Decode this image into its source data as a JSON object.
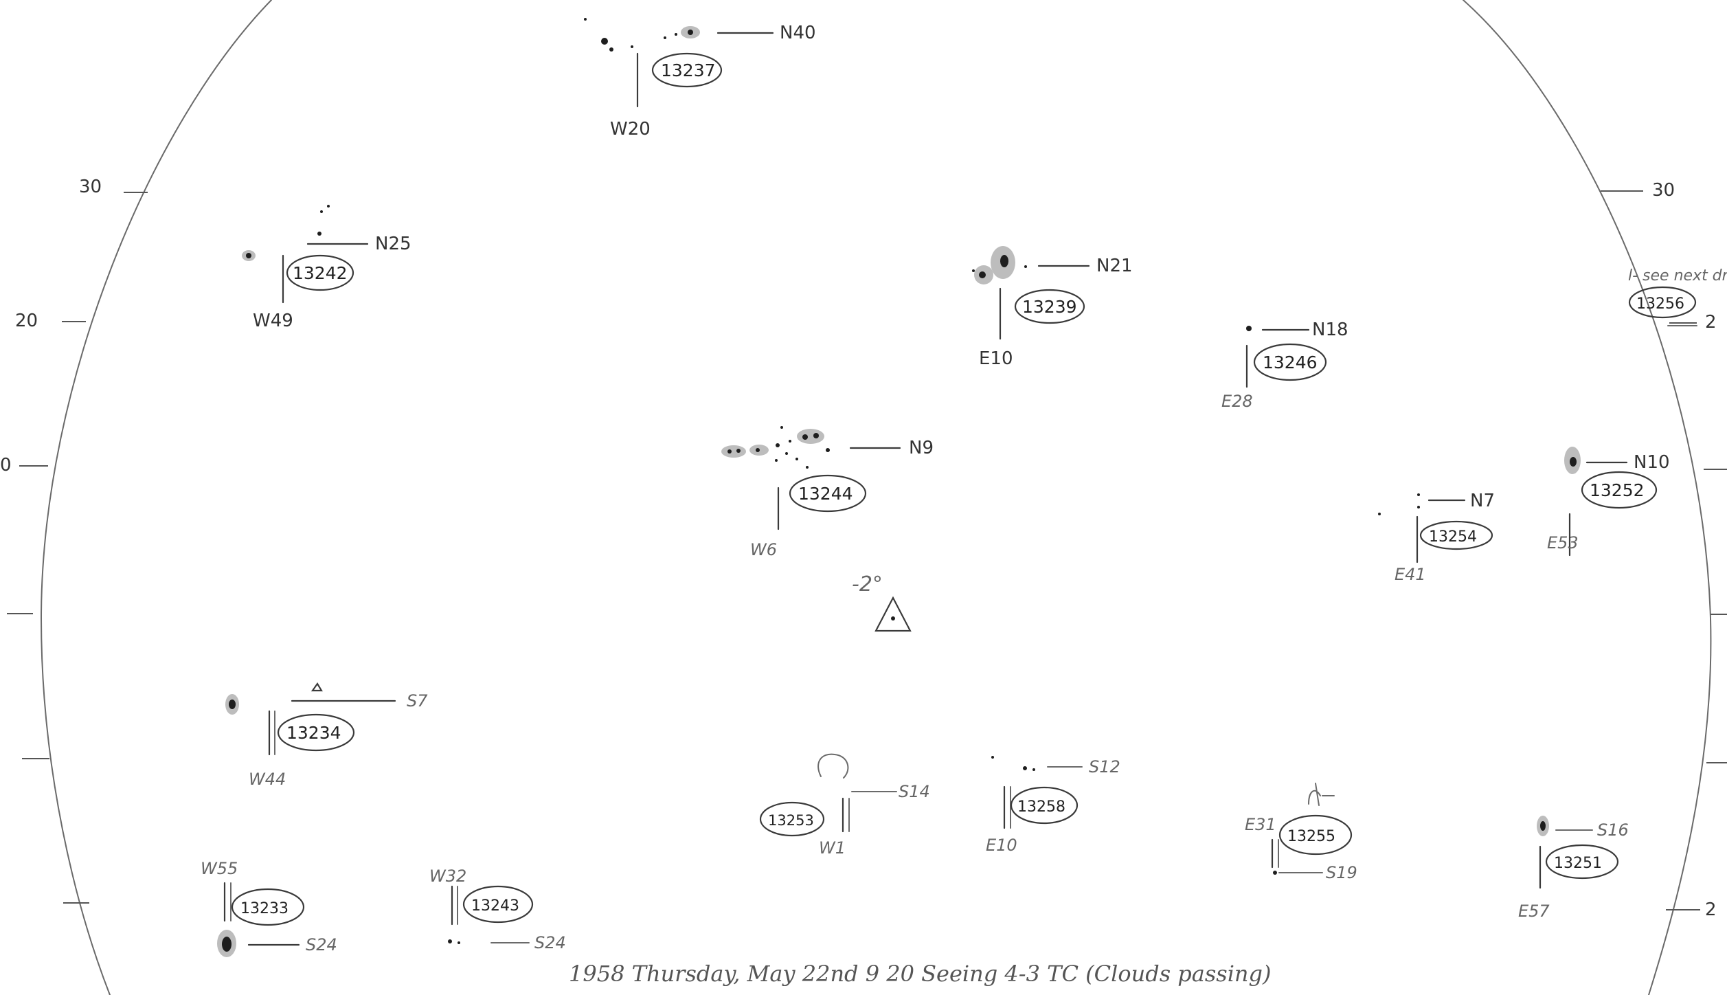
{
  "scale_labels": {
    "left_30": "30",
    "left_20": "20",
    "left_10": "0",
    "right_30": "30",
    "right_20": "2",
    "right_bottom": "2"
  },
  "groups": [
    {
      "id": "13237",
      "lat": "N40",
      "lon": "W20"
    },
    {
      "id": "13242",
      "lat": "N25",
      "lon": "W49"
    },
    {
      "id": "13239",
      "lat": "N21",
      "lon": "E10"
    },
    {
      "id": "13246",
      "lat": "N18",
      "lon": "E28"
    },
    {
      "id": "13244",
      "lat": "N9",
      "lon": "W6"
    },
    {
      "id": "13254",
      "lat": "N7",
      "lon": "E41"
    },
    {
      "id": "13252",
      "lat": "N10",
      "lon": "E53"
    },
    {
      "id": "13234",
      "lat": "S7",
      "lon": "W44"
    },
    {
      "id": "13253",
      "lat": "S14",
      "lon": "W1"
    },
    {
      "id": "13258",
      "lat": "S12",
      "lon": "E10"
    },
    {
      "id": "13255",
      "lat": "S19",
      "lon": "E31"
    },
    {
      "id": "13251",
      "lat": "S16",
      "lon": "E57"
    },
    {
      "id": "13233",
      "lat": "S24",
      "lon": "W55"
    },
    {
      "id": "13243",
      "lat": "S24",
      "lon": "W32"
    },
    {
      "id": "13256",
      "lat": "",
      "lon": ""
    }
  ],
  "center_mark": {
    "label": "-2°"
  },
  "side_note": {
    "text": "l- see next dr"
  },
  "footer": {
    "text": "1958 Thursday, May 22nd 9 20 Seeing 4-3 TC (Clouds passing)"
  }
}
